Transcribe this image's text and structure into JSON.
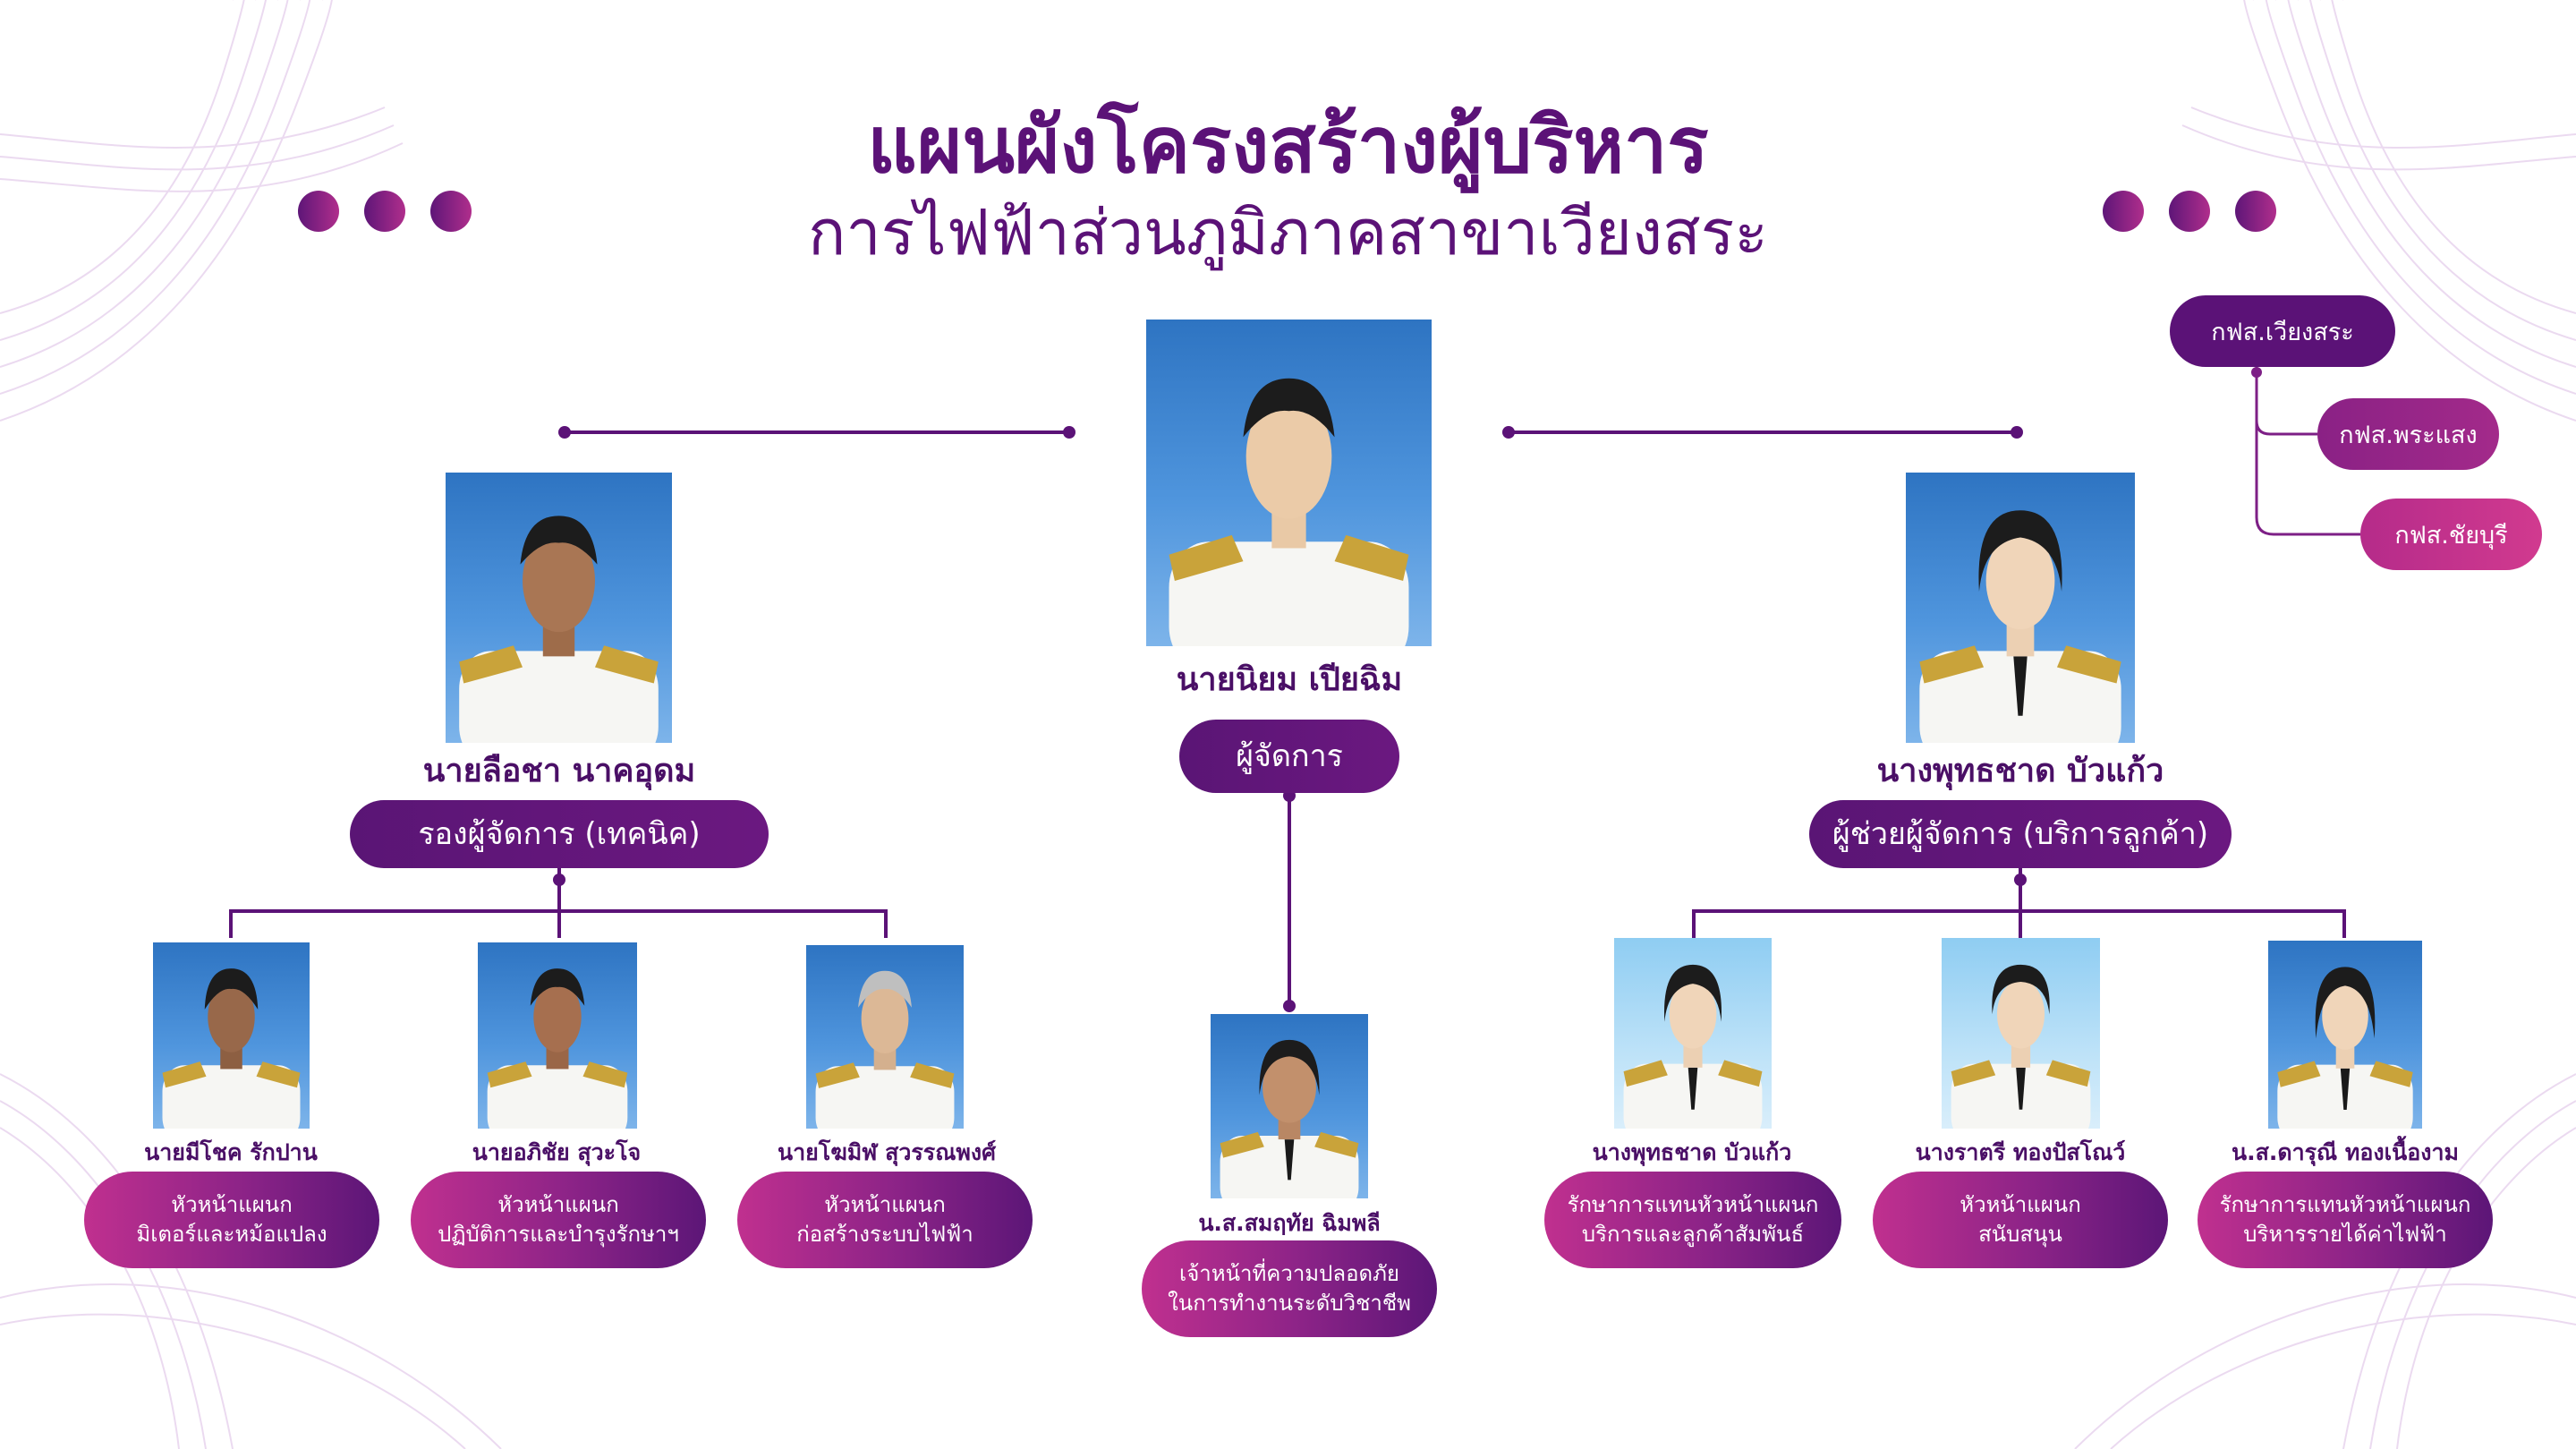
{
  "title": {
    "main": "แผนผังโครงสร้างผู้บริหาร",
    "sub": "การไฟฟ้าส่วนภูมิภาคสาขาเวียงสระ"
  },
  "colors": {
    "primary": "#5b1277",
    "accent": "#c0308f",
    "photo_bg": "#3d84d0"
  },
  "manager": {
    "name": "นายนิยม เปียฉิม",
    "role": "ผู้จัดการ"
  },
  "deputy_tech": {
    "name": "นายลือชา นาคอุดม",
    "role": "รองผู้จัดการ (เทคนิค)"
  },
  "assistant_service": {
    "name": "นางพุทธชาด บัวแก้ว",
    "role": "ผู้ช่วยผู้จัดการ (บริการลูกค้า)"
  },
  "tech_heads": [
    {
      "name": "นายมีโชค รักปาน",
      "role_lines": [
        "หัวหน้าแผนก",
        "มิเตอร์และหม้อแปลง"
      ]
    },
    {
      "name": "นายอภิชัย สุวะโจ",
      "role_lines": [
        "หัวหน้าแผนก",
        "ปฏิบัติการและบำรุงรักษาฯ"
      ]
    },
    {
      "name": "นายโฆมิฬ สุวรรณพงศ์",
      "role_lines": [
        "หัวหน้าแผนก",
        "ก่อสร้างระบบไฟฟ้า"
      ]
    }
  ],
  "safety_officer": {
    "name": "น.ส.สมฤทัย ฉิมพลี",
    "role_lines": [
      "เจ้าหน้าที่ความปลอดภัย",
      "ในการทำงานระดับวิชาชีพ"
    ]
  },
  "service_heads": [
    {
      "name": "นางพุทธชาด บัวแก้ว",
      "role_lines": [
        "รักษาการแทนหัวหน้าแผนก",
        "บริการและลูกค้าสัมพันธ์"
      ]
    },
    {
      "name": "นางราตรี ทองปัสโณว์",
      "role_lines": [
        "หัวหน้าแผนก",
        "สนับสนุน"
      ]
    },
    {
      "name": "น.ส.ดารุณี ทองเนื้องาม",
      "role_lines": [
        "รักษาการแทนหัวหน้าแผนก",
        "บริหารรายได้ค่าไฟฟ้า"
      ]
    }
  ],
  "branches": {
    "main": "กฟส.เวียงสระ",
    "sub": [
      "กฟส.พระแสง",
      "กฟส.ชัยบุรี"
    ]
  }
}
